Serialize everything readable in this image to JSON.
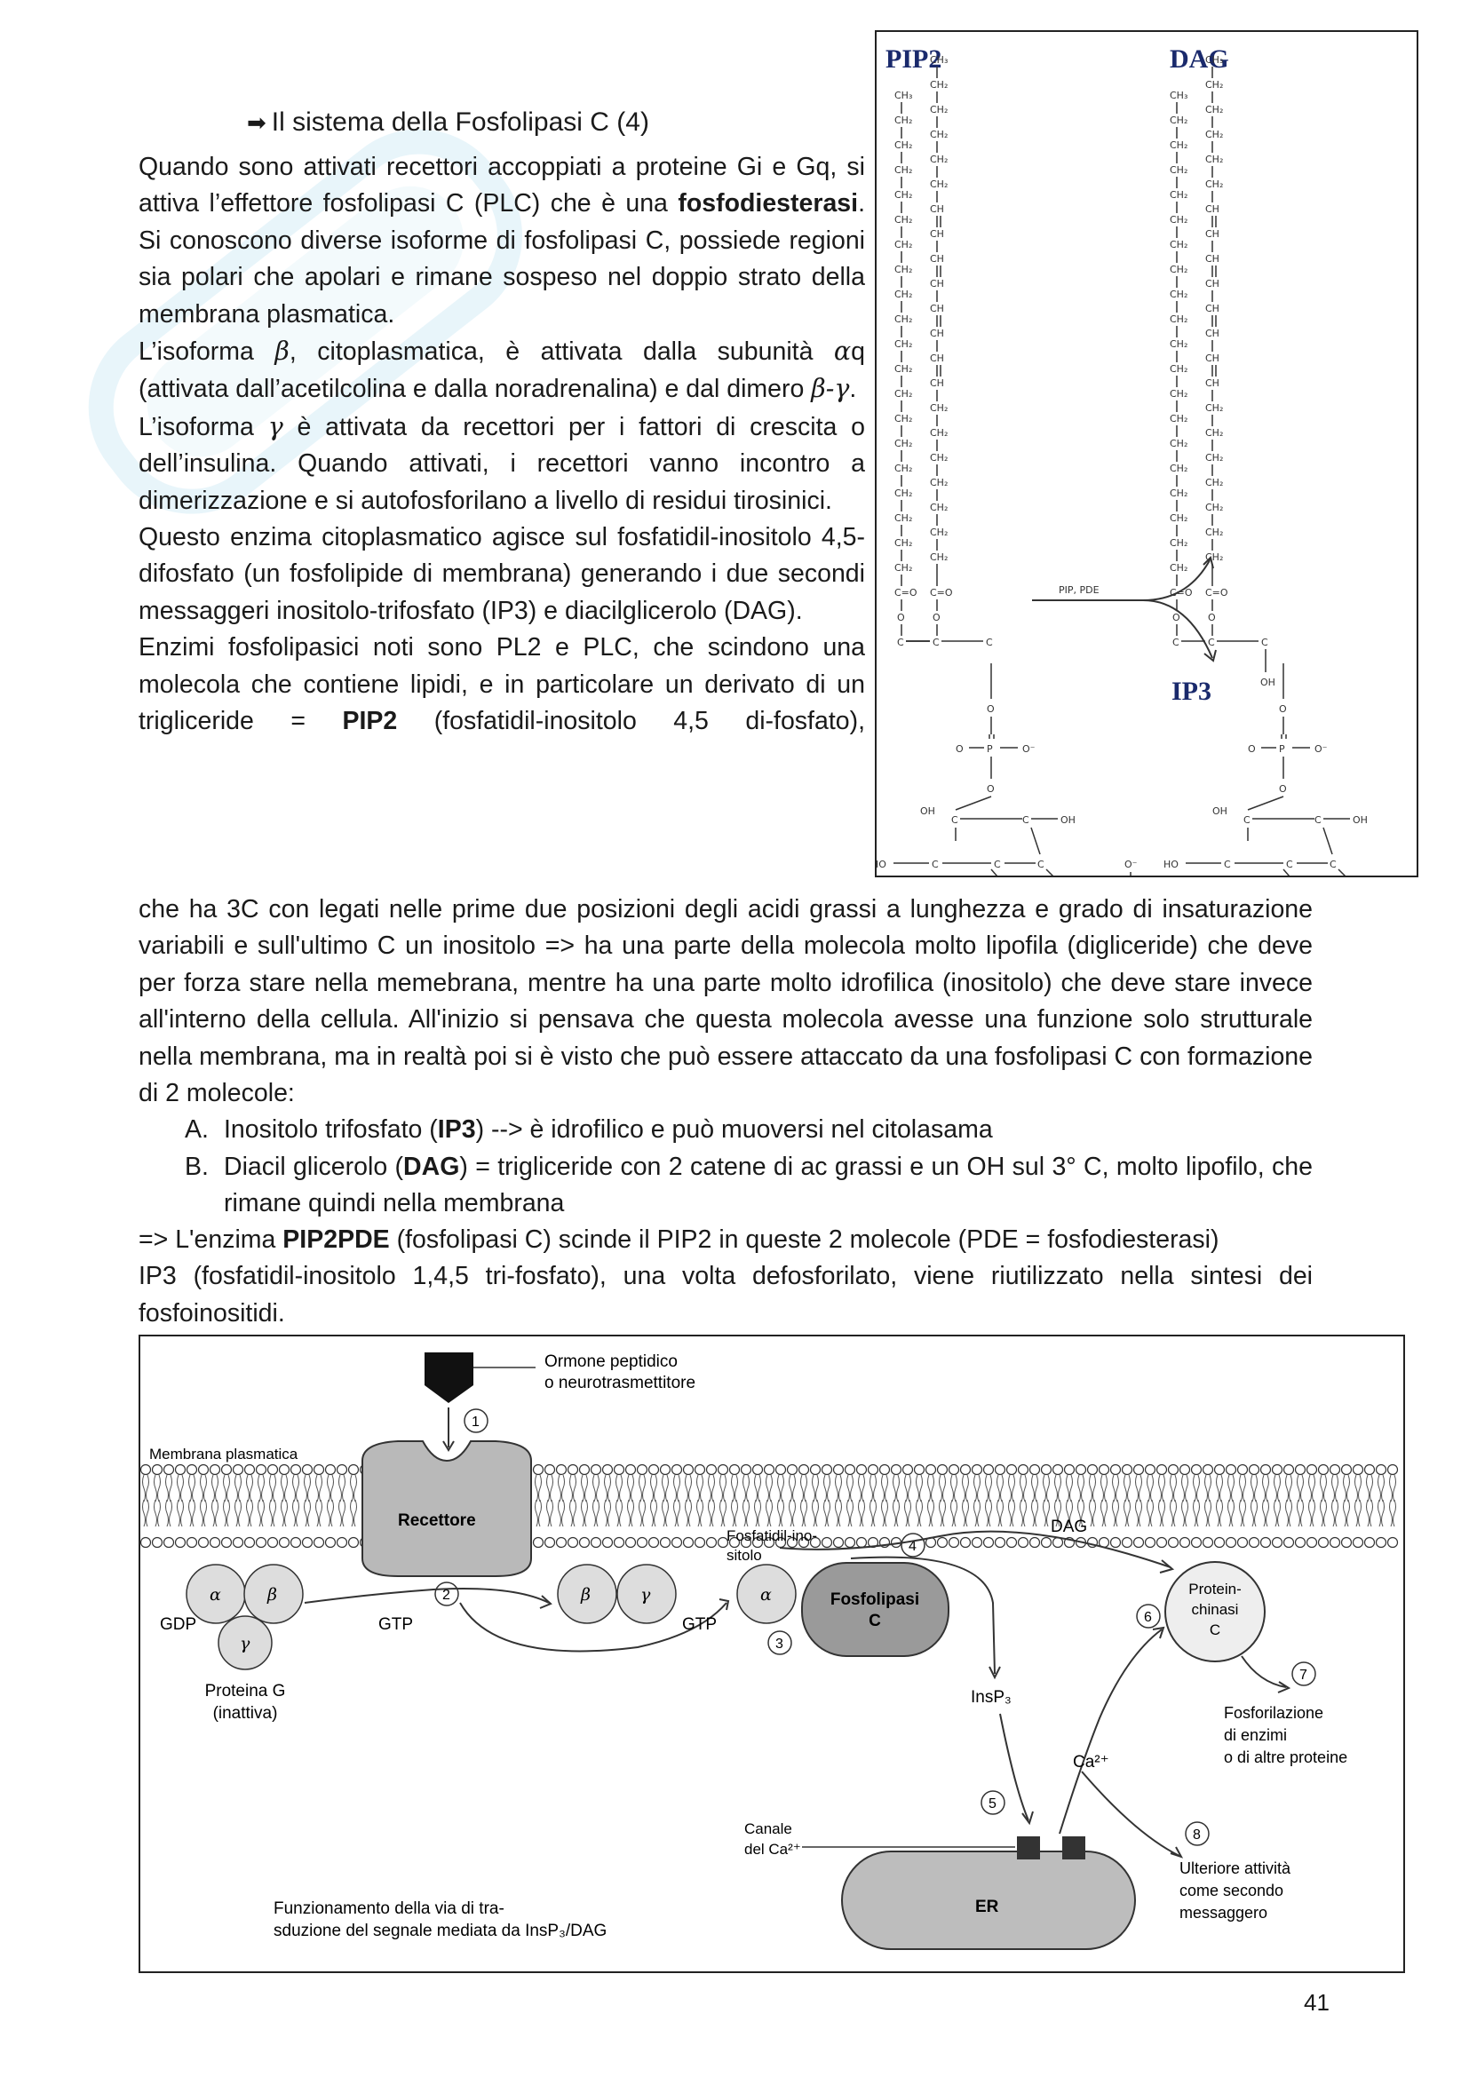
{
  "heading": {
    "arrow": "➡",
    "title": "Il sistema della Fosfolipasi C (4)"
  },
  "paragraphs": {
    "p1": {
      "pre": "Quando sono attivati recettori accoppiati a proteine Gi e Gq, si attiva l’effettore fosfolipasi C (PLC) che è una ",
      "bold": "fosfodiesterasi",
      "post": ". Si conoscono diverse isoforme di fosfolipasi C, possiede regioni sia polari che apolari e rimane sospeso nel doppio strato della membrana plasmatica."
    },
    "p2": {
      "a": "L’isoforma ",
      "beta": "β",
      "b": ", citoplasmatica, è attivata dalla subunità ",
      "alpha": "α",
      "c": "q (attivata dall’acetilcolina e dalla noradrenalina) e dal dimero ",
      "betagamma": "β-γ",
      "d": "."
    },
    "p3": {
      "a": "L’isoforma ",
      "gamma": "γ",
      "b": " è attivata da recettori per i fattori di crescita o dell’insulina. Quando attivati, i recettori vanno incontro a dimerizzazione e si autofosforilano a livello di residui tirosinici."
    },
    "p4": "Questo enzima citoplasmatico agisce sul fosfatidil-inositolo 4,5-difosfato (un fosfolipide di membrana) generando i due secondi messaggeri inositolo-trifosfato (IP3) e diacilglicerolo (DAG).",
    "p5": {
      "a": "Enzimi fosfolipasici noti sono PL2 e PLC, che scindono una molecola che contiene lipidi, e in particolare un derivato di un trigliceride = ",
      "bold": "PIP2",
      "b": " (fosfatidil-inositolo 4,5 di-fosfato),"
    },
    "p5cont": "che ha 3C con legati nelle prime due posizioni degli acidi grassi a lunghezza e grado di insaturazione variabili e sull'ultimo C un inositolo => ha una parte della molecola molto lipofila (digliceride) che deve per forza stare nella memebrana, mentre ha una parte molto idrofilica (inositolo) che deve stare invece all'interno della cellula. All'inizio si pensava che questa molecola avesse una funzione solo strutturale nella membrana, ma in realtà poi si è visto che può essere attaccato da una fosfolipasi C con formazione di 2 molecole:",
    "listA": {
      "letter": "A.",
      "a": "Inositolo trifosfato (",
      "bold": "IP3",
      "b": ") --> è idrofilico e può muoversi nel citolasama"
    },
    "listB": {
      "letter": "B.",
      "a": "Diacil glicerolo (",
      "bold": "DAG",
      "b": ") = trigliceride con 2 catene di ac grassi e un OH sul 3° C, molto lipofilo, che rimane quindi nella membrana"
    },
    "p6": {
      "a": "=> L'enzima ",
      "bold": "PIP2PDE",
      "b": "  (fosfolipasi C) scinde il PIP2 in queste 2 molecole (PDE = fosfodiesterasi)"
    },
    "p7": "IP3 (fosfatidil-inositolo 1,4,5 tri-fosfato), una volta defosforilato, viene riutilizzato nella sintesi dei fosfoinositidi."
  },
  "structure_figure": {
    "pip2_label": "PIP2",
    "dag_label": "DAG",
    "ip3_label": "IP3",
    "reaction_label": "PIP, PDE",
    "ch3": "CH₃",
    "ch2": "CH₂",
    "ch": "CH",
    "co": "C=O",
    "o": "O",
    "c": "C",
    "oh": "OH",
    "ho": "HO",
    "p": "P",
    "ominus": "O⁻"
  },
  "pathway_figure": {
    "hormone": [
      "Ormone peptidico",
      "o neurotrasmettitore"
    ],
    "membrane": "Membrana plasmatica",
    "receptor": "Recettore",
    "alpha": "α",
    "beta": "β",
    "gamma": "γ",
    "gdp": "GDP",
    "gtp": "GTP",
    "gprotein": [
      "Proteina G",
      "(inattiva)"
    ],
    "pip": [
      "Fosfatidil-ino-",
      "sitolo"
    ],
    "dag": "DAG",
    "plc": [
      "Fosfolipasi",
      "C"
    ],
    "pkc": [
      "Protein-",
      "chinasi",
      "C"
    ],
    "insp3": "InsP₃",
    "ca": "Ca²⁺",
    "channel": [
      "Canale",
      "del Ca²⁺"
    ],
    "er": "ER",
    "phospho": [
      "Fosforilazione",
      "di enzimi",
      "o di altre proteine"
    ],
    "further": [
      "Ulteriore attività",
      "come secondo",
      "messaggero"
    ],
    "caption": [
      "Funzionamento della via di tra-",
      "sduzione del segnale mediata da InsP₃/DAG"
    ],
    "steps": [
      "1",
      "2",
      "3",
      "4",
      "5",
      "6",
      "7",
      "8"
    ]
  },
  "page_number": "41"
}
